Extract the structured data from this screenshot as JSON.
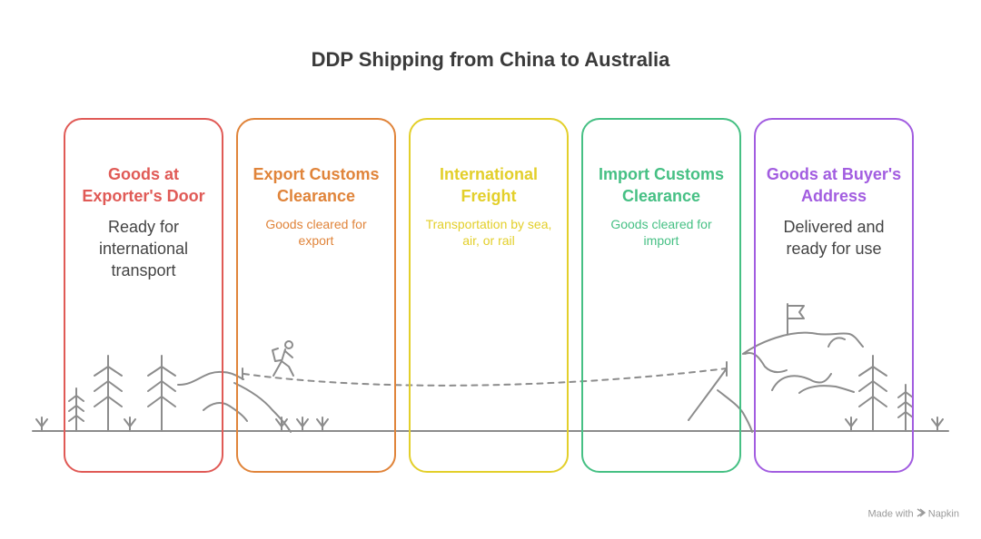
{
  "title": "DDP Shipping from China to Australia",
  "steps": [
    {
      "title_line1": "Goods at",
      "title_line2": "Exporter's Door",
      "desc_line1": "Ready for",
      "desc_line2": "international",
      "desc_line3": "transport",
      "color": "#e05a56"
    },
    {
      "title_line1": "Export Customs",
      "title_line2": "Clearance",
      "desc_line1": "Goods cleared for",
      "desc_line2": "export",
      "color": "#e0843a"
    },
    {
      "title_line1": "International",
      "title_line2": "Freight",
      "desc_line1": "Transportation by sea,",
      "desc_line2": "air, or rail",
      "color": "#e3cf2a"
    },
    {
      "title_line1": "Import Customs",
      "title_line2": "Clearance",
      "desc_line1": "Goods cleared for",
      "desc_line2": "import",
      "color": "#46c084"
    },
    {
      "title_line1": "Goods at Buyer's",
      "title_line2": "Address",
      "desc_line1": "Delivered and",
      "desc_line2": "ready for use",
      "color": "#a25de0"
    }
  ],
  "credit": {
    "prefix": "Made with",
    "brand": "Napkin"
  },
  "icons": [
    "hiker-icon",
    "flag-icon",
    "tree-icon",
    "grass-icon",
    "napkin-logo-icon"
  ]
}
